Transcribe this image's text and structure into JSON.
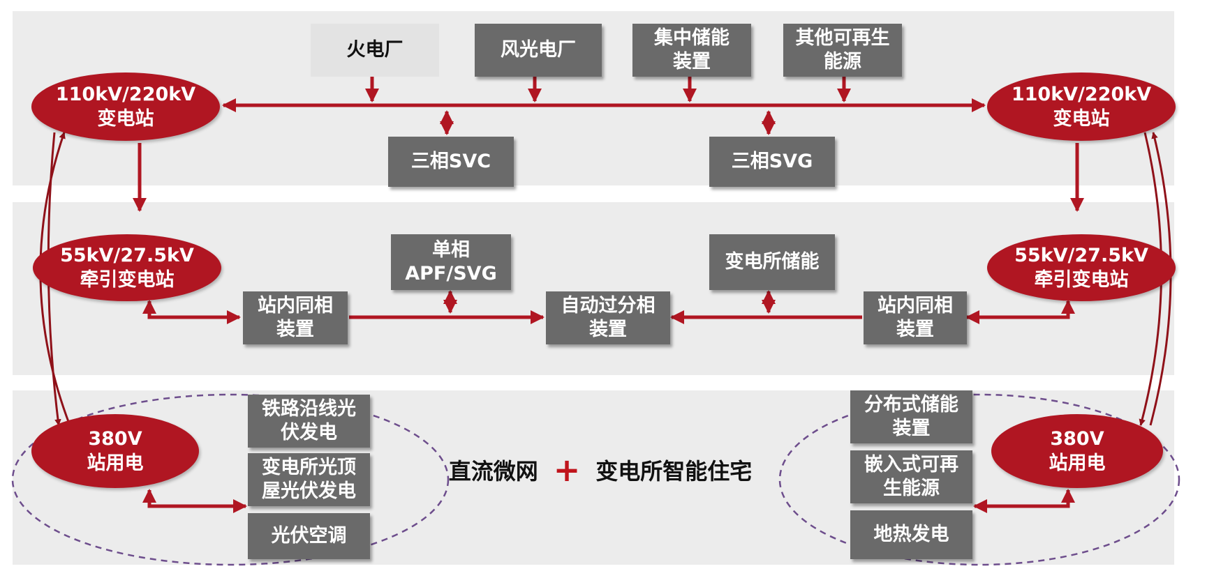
{
  "colors": {
    "accent": "#b01622",
    "box": "#6a6a6a",
    "band": "#ececec"
  },
  "top": {
    "thermal_plant": "火电厂",
    "wind_solar_plant": "风光电厂",
    "central_storage": "集中储能\n装置",
    "other_renewable": "其他可再生\n能源",
    "svc": "三相SVC",
    "svg_device": "三相SVG"
  },
  "substation_left": "110kV/220kV\n变电站",
  "substation_right": "110kV/220kV\n变电站",
  "middle": {
    "traction_left": "55kV/27.5kV\n牵引变电站",
    "traction_right": "55kV/27.5kV\n牵引变电站",
    "single_phase": "单相\nAPF/SVG",
    "substation_storage": "变电所储能",
    "cophase_left": "站内同相\n装置",
    "auto_phase": "自动过分相\n装置",
    "cophase_right": "站内同相\n装置"
  },
  "bottom": {
    "station_power_left": "380V\n站用电",
    "station_power_right": "380V\n站用电",
    "rail_pv": "铁路沿线光\n伏发电",
    "roof_pv": "变电所光顶\n屋光伏发电",
    "pv_ac": "光伏空调",
    "distributed_storage": "分布式储能\n装置",
    "embedded_renewable": "嵌入式可再\n生能源",
    "geothermal": "地热发电",
    "dc_microgrid": "直流微网",
    "plus": "+",
    "smart_home": "变电所智能住宅"
  }
}
